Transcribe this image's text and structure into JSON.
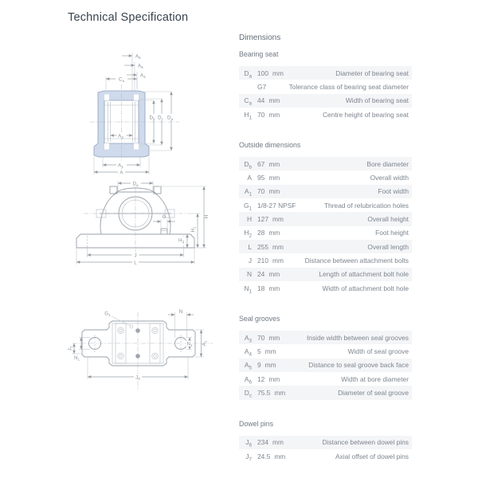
{
  "page": {
    "title": "Technical Specification"
  },
  "table": {
    "title": "Dimensions",
    "sections": [
      {
        "heading": "Bearing seat",
        "rows": [
          {
            "sym": "D",
            "sub": "a",
            "value": "100",
            "unit": "mm",
            "desc": "Diameter of bearing seat"
          },
          {
            "sym": "",
            "sub": "",
            "value": "G7",
            "unit": "",
            "desc": "Tolerance class of bearing seat diameter"
          },
          {
            "sym": "C",
            "sub": "a",
            "value": "44",
            "unit": "mm",
            "desc": "Width of bearing seat"
          },
          {
            "sym": "H",
            "sub": "1",
            "value": "70",
            "unit": "mm",
            "desc": "Centre height of bearing seat"
          }
        ]
      },
      {
        "heading": "Outside dimensions",
        "rows": [
          {
            "sym": "D",
            "sub": "b",
            "value": "67",
            "unit": "mm",
            "desc": "Bore diameter"
          },
          {
            "sym": "A",
            "sub": "",
            "value": "95",
            "unit": "mm",
            "desc": "Overall width"
          },
          {
            "sym": "A",
            "sub": "1",
            "value": "70",
            "unit": "mm",
            "desc": "Foot width"
          },
          {
            "sym": "G",
            "sub": "1",
            "value": "1/8-27 NPSF",
            "unit": "",
            "desc": "Thread of relubrication holes"
          },
          {
            "sym": "H",
            "sub": "",
            "value": "127",
            "unit": "mm",
            "desc": "Overall height"
          },
          {
            "sym": "H",
            "sub": "2",
            "value": "28",
            "unit": "mm",
            "desc": "Foot height"
          },
          {
            "sym": "L",
            "sub": "",
            "value": "255",
            "unit": "mm",
            "desc": "Overall length"
          },
          {
            "sym": "J",
            "sub": "",
            "value": "210",
            "unit": "mm",
            "desc": "Distance between attachment bolts"
          },
          {
            "sym": "N",
            "sub": "",
            "value": "24",
            "unit": "mm",
            "desc": "Length of attachment bolt hole"
          },
          {
            "sym": "N",
            "sub": "1",
            "value": "18",
            "unit": "mm",
            "desc": "Width of attachment bolt hole"
          }
        ]
      },
      {
        "heading": "Seal grooves",
        "rows": [
          {
            "sym": "A",
            "sub": "3",
            "value": "70",
            "unit": "mm",
            "desc": "Inside width between seal grooves"
          },
          {
            "sym": "A",
            "sub": "4",
            "value": "5",
            "unit": "mm",
            "desc": "Width of seal groove"
          },
          {
            "sym": "A",
            "sub": "5",
            "value": "9",
            "unit": "mm",
            "desc": "Distance to seal groove back face"
          },
          {
            "sym": "A",
            "sub": "6",
            "value": "12",
            "unit": "mm",
            "desc": "Width at bore diameter"
          },
          {
            "sym": "D",
            "sub": "c",
            "value": "75.5",
            "unit": "mm",
            "desc": "Diameter of seal groove"
          }
        ]
      },
      {
        "heading": "Dowel pins",
        "rows": [
          {
            "sym": "J",
            "sub": "6",
            "value": "234",
            "unit": "mm",
            "desc": "Distance between dowel pins"
          },
          {
            "sym": "J",
            "sub": "7",
            "value": "24.5",
            "unit": "mm",
            "desc": "Axial offset of dowel pins"
          }
        ]
      }
    ]
  },
  "drawings": {
    "colors": {
      "housing_fill": "#cfdaec",
      "outline": "#98a1aa",
      "dimension_line": "#9aa0a7",
      "label": "#8a9198"
    },
    "section_view": {
      "labels": {
        "a6": {
          "b": "A",
          "s": "6"
        },
        "a5": {
          "b": "A",
          "s": "5"
        },
        "a4": {
          "b": "A",
          "s": "4"
        },
        "ca": {
          "b": "C",
          "s": "a"
        },
        "db": {
          "b": "D",
          "s": "b"
        },
        "dc": {
          "b": "D",
          "s": "c"
        },
        "da": {
          "b": "D",
          "s": "a"
        },
        "a3": {
          "b": "A",
          "s": "3"
        },
        "a1": {
          "b": "A",
          "s": "1"
        },
        "a": {
          "b": "A",
          "s": ""
        }
      }
    },
    "front_view": {
      "labels": {
        "da": {
          "b": "D",
          "s": "a"
        },
        "g": {
          "b": "G",
          "s": ""
        },
        "h": {
          "b": "H",
          "s": ""
        },
        "h1": {
          "b": "H",
          "s": "1"
        },
        "h2": {
          "b": "H",
          "s": "2"
        },
        "j": {
          "b": "J",
          "s": ""
        },
        "l": {
          "b": "L",
          "s": ""
        }
      }
    },
    "top_view": {
      "labels": {
        "g1": {
          "b": "G",
          "s": "1"
        },
        "n": {
          "b": "N",
          "s": ""
        },
        "j7": {
          "b": "J",
          "s": "7"
        },
        "n1_left": {
          "b": "N",
          "s": "1"
        },
        "n1_right": {
          "b": "N",
          "s": "1"
        },
        "a1": {
          "b": "A",
          "s": "1"
        },
        "j6": {
          "b": "J",
          "s": "6"
        }
      }
    }
  }
}
